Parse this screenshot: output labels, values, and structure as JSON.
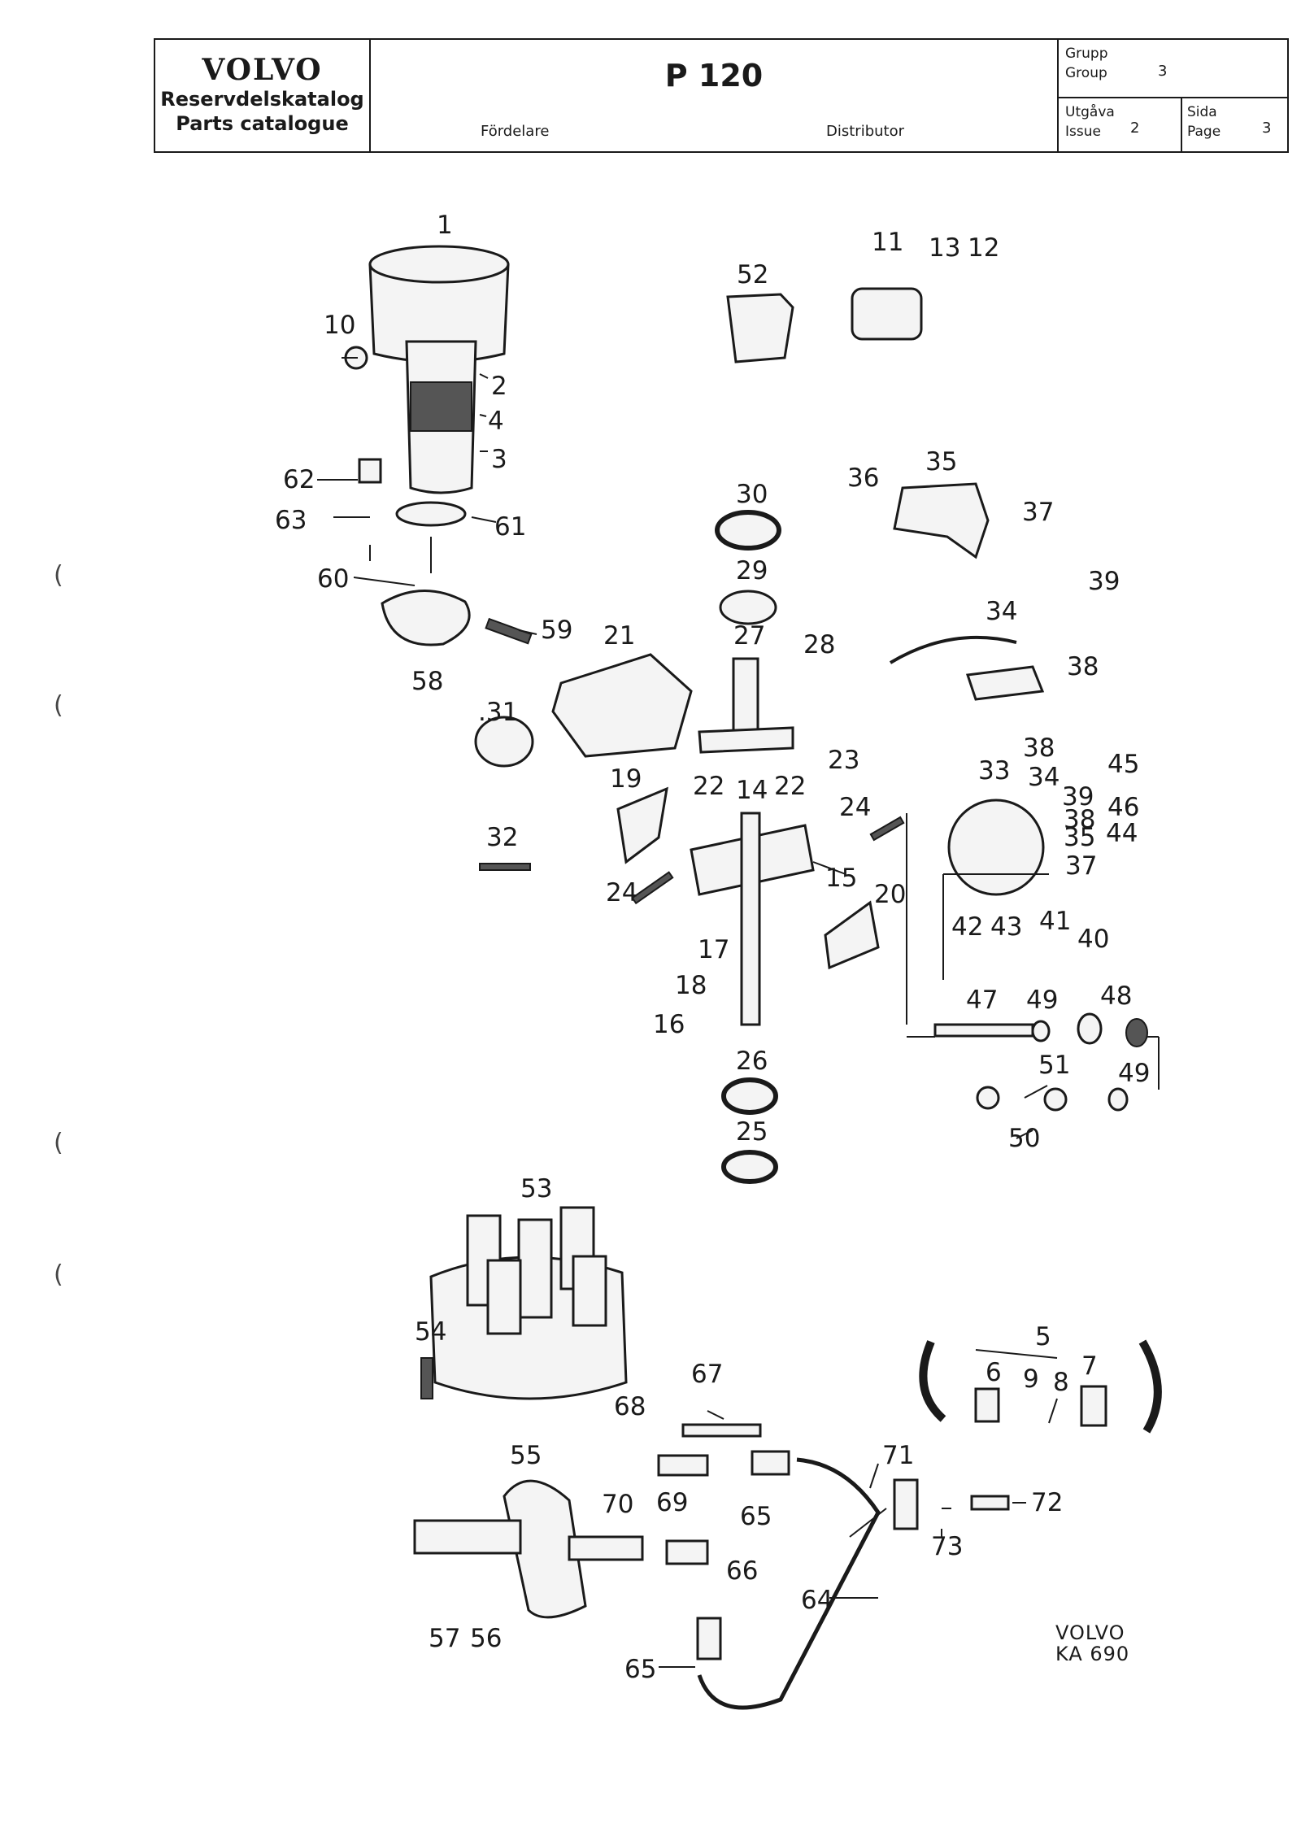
{
  "header": {
    "brand": "VOLVO",
    "catalog_sv": "Reservdelskatalog",
    "catalog_en": "Parts catalogue",
    "model": "P 120",
    "section_sv": "Fördelare",
    "section_en": "Distributor",
    "group_label_sv": "Grupp",
    "group_label_en": "Group",
    "group_value": "3",
    "issue_label_sv": "Utgåva",
    "issue_label_en": "Issue",
    "issue_value": "2",
    "page_label_sv": "Sida",
    "page_label_en": "Page",
    "page_value": "3"
  },
  "drawing": {
    "callouts": [
      "1",
      "2",
      "3",
      "4",
      "5",
      "6",
      "7",
      "8",
      "9",
      "10",
      "11",
      "12",
      "13",
      "14",
      "15",
      "16",
      "17",
      "18",
      "19",
      "20",
      "21",
      "22",
      "22",
      "23",
      "24",
      "24",
      "25",
      "26",
      "27",
      "28",
      "29",
      "30",
      ".31",
      "32",
      "33",
      "34",
      "34",
      "35",
      "35",
      "36",
      "37",
      "37",
      "38",
      "38",
      "38",
      "39",
      "39",
      "40",
      "41",
      "42",
      "43",
      "44",
      "45",
      "46",
      "47",
      "48",
      "49",
      "49",
      "50",
      "51",
      "52",
      "53",
      "54",
      "55",
      "56",
      "57",
      "58",
      "59",
      "60",
      "61",
      "62",
      "63",
      "64",
      "65",
      "65",
      "66",
      "67",
      "68",
      "69",
      "70",
      "71",
      "72",
      "73"
    ]
  },
  "footer": {
    "stamp_line1": "VOLVO",
    "stamp_line2": "KA 690"
  },
  "margin_marks": [
    "(",
    "(",
    "(",
    "("
  ]
}
